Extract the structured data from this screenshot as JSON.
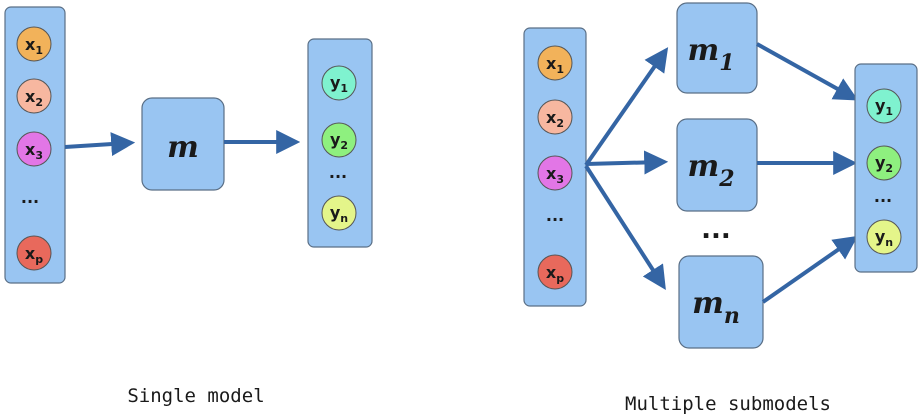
{
  "colors": {
    "box_fill": "#99c5f2",
    "arrow": "#3465a4",
    "x1": "#f2b25a",
    "x2": "#f7b7a0",
    "x3": "#e276e6",
    "xp": "#e8695c",
    "y1": "#7ff2cf",
    "y2": "#8ef07f",
    "yn": "#e4f58a"
  },
  "left": {
    "inputs": [
      {
        "label": "x",
        "sub": "1"
      },
      {
        "label": "x",
        "sub": "2"
      },
      {
        "label": "x",
        "sub": "3"
      },
      {
        "label": "x",
        "sub": "p"
      }
    ],
    "inputs_ellipsis": "...",
    "model": {
      "label": "m",
      "sub": ""
    },
    "outputs": [
      {
        "label": "y",
        "sub": "1"
      },
      {
        "label": "y",
        "sub": "2"
      },
      {
        "label": "y",
        "sub": "n"
      }
    ],
    "outputs_ellipsis": "...",
    "caption": "Single model"
  },
  "right": {
    "inputs": [
      {
        "label": "x",
        "sub": "1"
      },
      {
        "label": "x",
        "sub": "2"
      },
      {
        "label": "x",
        "sub": "3"
      },
      {
        "label": "x",
        "sub": "p"
      }
    ],
    "inputs_ellipsis": "...",
    "models": [
      {
        "label": "m",
        "sub": "1"
      },
      {
        "label": "m",
        "sub": "2"
      },
      {
        "label": "m",
        "sub": "n"
      }
    ],
    "models_ellipsis": "...",
    "outputs": [
      {
        "label": "y",
        "sub": "1"
      },
      {
        "label": "y",
        "sub": "2"
      },
      {
        "label": "y",
        "sub": "n"
      }
    ],
    "outputs_ellipsis": "...",
    "caption": "Multiple submodels"
  }
}
